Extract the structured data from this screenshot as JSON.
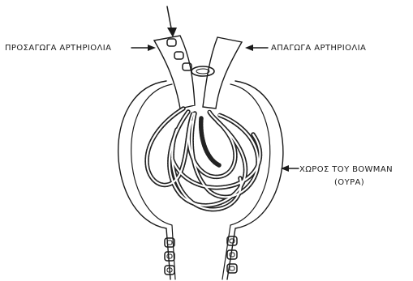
{
  "labels": {
    "afferent": "ΠΡΟΣΑΓΩΓΑ ΑΡΤΗΡΙΟΛΙΑ",
    "efferent": "ΑΠΑΓΩΓΑ ΑΡΤΗΡΙΟΛΙΑ",
    "bowman_line1": "ΧΩΡΟΣ ΤΟΥ BOWMAN",
    "bowman_line2": "(ΟΥΡΑ)"
  },
  "colors": {
    "ink": "#1a1a1a",
    "background": "#ffffff"
  }
}
